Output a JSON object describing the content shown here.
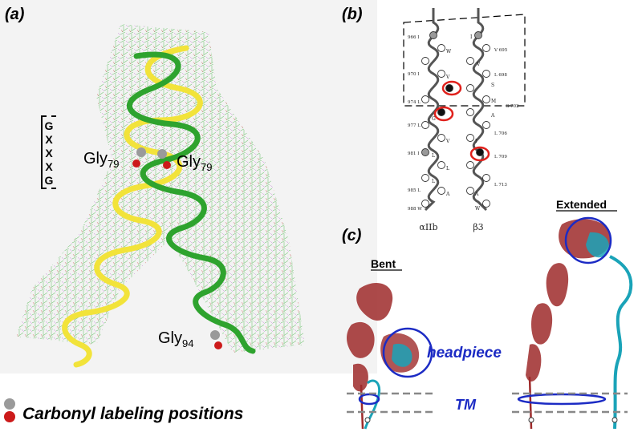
{
  "panels": {
    "a": {
      "tag": "(a)",
      "motif": [
        "G",
        "X",
        "X",
        "X",
        "G"
      ],
      "gly_left": "Gly",
      "gly_left_sub": "79",
      "gly_right": "Gly",
      "gly_right_sub": "79",
      "gly_bottom": "Gly",
      "gly_bottom_sub": "94"
    },
    "b": {
      "tag": "(b)",
      "chain_left": "αIIb",
      "chain_right": "β3",
      "left_numbers": [
        "966 I",
        "970 I",
        "974 L",
        "977 L",
        "981 I",
        "985 L",
        "988 W"
      ],
      "right_numbers": [
        "V 695",
        "L 698",
        "G 702",
        "L 706",
        "L 709",
        "L 713"
      ],
      "left_letters": [
        "W",
        "V",
        "G",
        "V",
        "L",
        "L",
        "L",
        "A"
      ],
      "right_letters": [
        "I",
        "V",
        "S",
        "M",
        "A",
        "I",
        "A",
        "W"
      ]
    },
    "c": {
      "tag": "(c)",
      "bent": "Bent",
      "extended": "Extended",
      "headpiece": "headpiece",
      "tm": "TM"
    },
    "legend": {
      "text": "Carbonyl labeling positions"
    }
  },
  "colors": {
    "helix_yellow": "#f2e33a",
    "helix_green": "#2ea32e",
    "atom_gray": "#9a9a9a",
    "atom_red": "#cc1a1a",
    "circle_red": "#e0201b",
    "ellipse_blue": "#1c2bc4",
    "label_blue": "#1c2bc4",
    "protein_red": "#9e2a2a",
    "protein_cyan": "#1aa3b8"
  }
}
